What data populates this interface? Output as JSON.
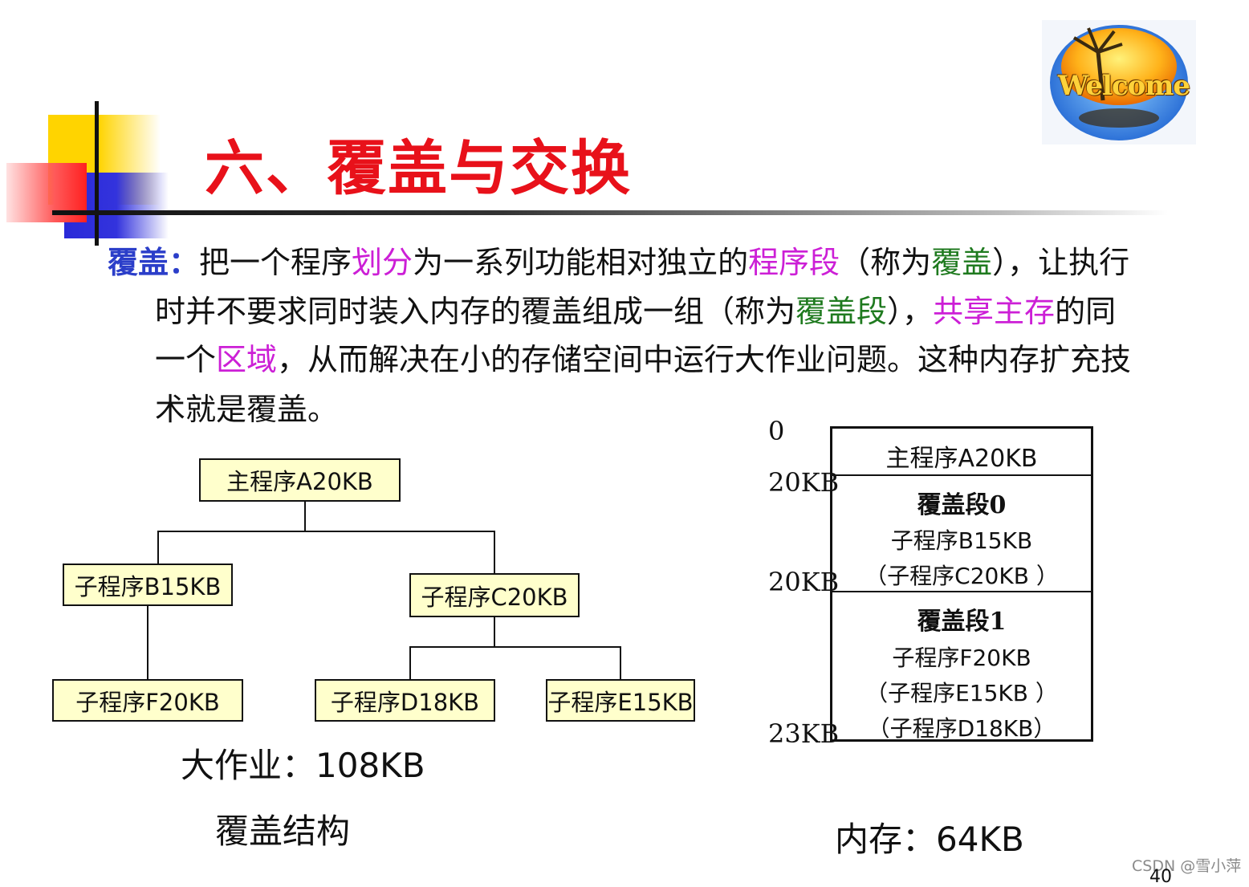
{
  "slide": {
    "title": "六、覆盖与交换",
    "welcome_text": "Welcome",
    "para": {
      "l1_a": "覆盖",
      "l1_b": "：",
      "l1_c": "把一个程序",
      "l1_d": "划分",
      "l1_e": "为一系列功能相对独立的",
      "l1_f": "程序段",
      "l1_g": "（称为",
      "l1_h": "覆盖",
      "l1_i": "），让执行",
      "l2_a": "时并不要求同时装入内存的覆盖组成一组（称为",
      "l2_b": "覆盖段",
      "l2_c": "），",
      "l2_d": "共享主存",
      "l2_e": "的同",
      "l3_a": "一个",
      "l3_b": "区域",
      "l3_c": "，从而解决在小的存储空间中运行大作业问题。这种内存扩充技",
      "l4": "术就是覆盖。"
    },
    "tree": {
      "root": "主程序A20KB",
      "b": "子程序B15KB",
      "c": "子程序C20KB",
      "f": "子程序F20KB",
      "d": "子程序D18KB",
      "e": "子程序E15KB"
    },
    "job_label": "大作业：",
    "job_size": "108KB",
    "tree_caption": "覆盖结构",
    "memory": {
      "addr_0": "0",
      "addr_1": "20KB",
      "addr_2": "20KB",
      "addr_3": "23KB",
      "main": "主程序A20KB",
      "seg0_title": "覆盖段0",
      "seg0_l1": "子程序B15KB",
      "seg0_l2": "（子程序C20KB ）",
      "seg1_title": "覆盖段1",
      "seg1_l1": "子程序F20KB",
      "seg1_l2": "（子程序E15KB ）",
      "seg1_l3": "（子程序D18KB）",
      "label": "内存：",
      "size": "64KB"
    },
    "watermark": "CSDN @雪小萍",
    "page_number": "40"
  }
}
